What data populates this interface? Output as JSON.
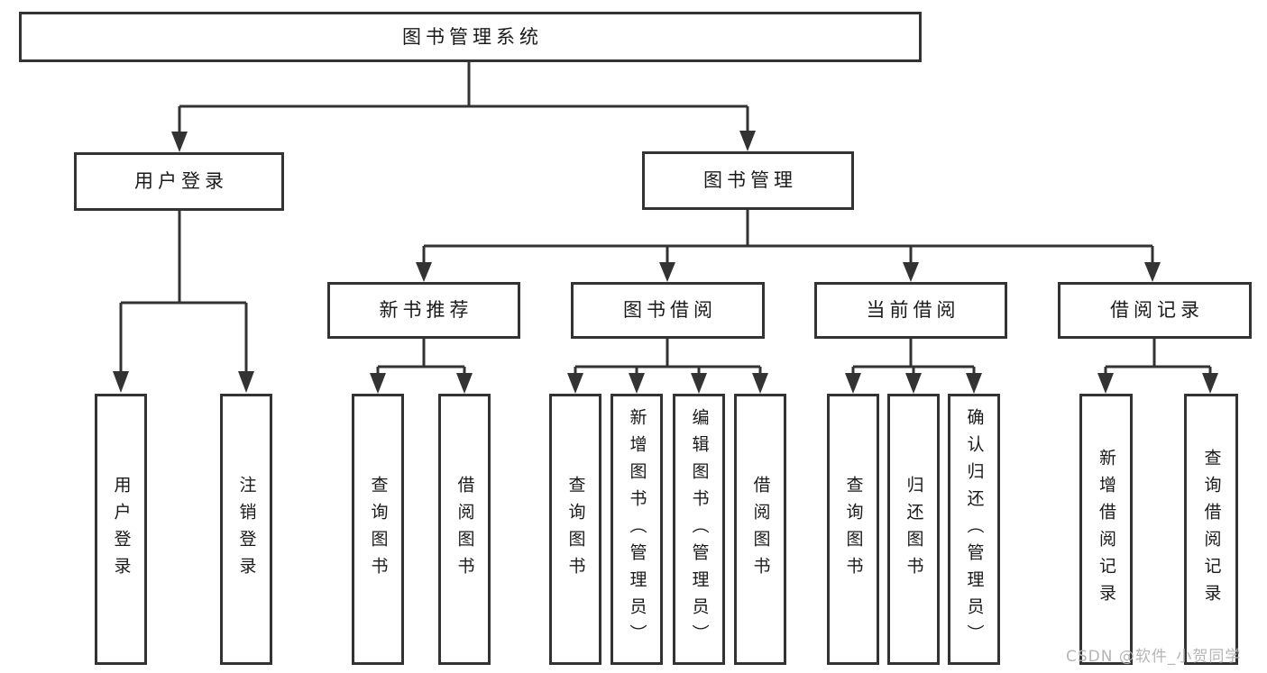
{
  "tree": {
    "label": "图书管理系统",
    "children": [
      {
        "label": "用户登录",
        "children": [
          {
            "label": "用户登录"
          },
          {
            "label": "注销登录"
          }
        ]
      },
      {
        "label": "图书管理",
        "children": [
          {
            "label": "新书推荐",
            "children": [
              {
                "label": "查询图书"
              },
              {
                "label": "借阅图书"
              }
            ]
          },
          {
            "label": "图书借阅",
            "children": [
              {
                "label": "查询图书"
              },
              {
                "label": "新增图书（管理员）"
              },
              {
                "label": "编辑图书（管理员）"
              },
              {
                "label": "借阅图书"
              }
            ]
          },
          {
            "label": "当前借阅",
            "children": [
              {
                "label": "查询图书"
              },
              {
                "label": "归还图书"
              },
              {
                "label": "确认归还（管理员）"
              }
            ]
          },
          {
            "label": "借阅记录",
            "children": [
              {
                "label": "新增借阅记录"
              },
              {
                "label": "查询借阅记录"
              }
            ]
          }
        ]
      }
    ]
  },
  "watermark": {
    "text": "CSDN @软件_小贺同学"
  },
  "colors": {
    "line": "#333333",
    "box_border": "#333333",
    "text": "#1a1a1a",
    "watermark": "#b5b5b5",
    "background": "#ffffff"
  }
}
